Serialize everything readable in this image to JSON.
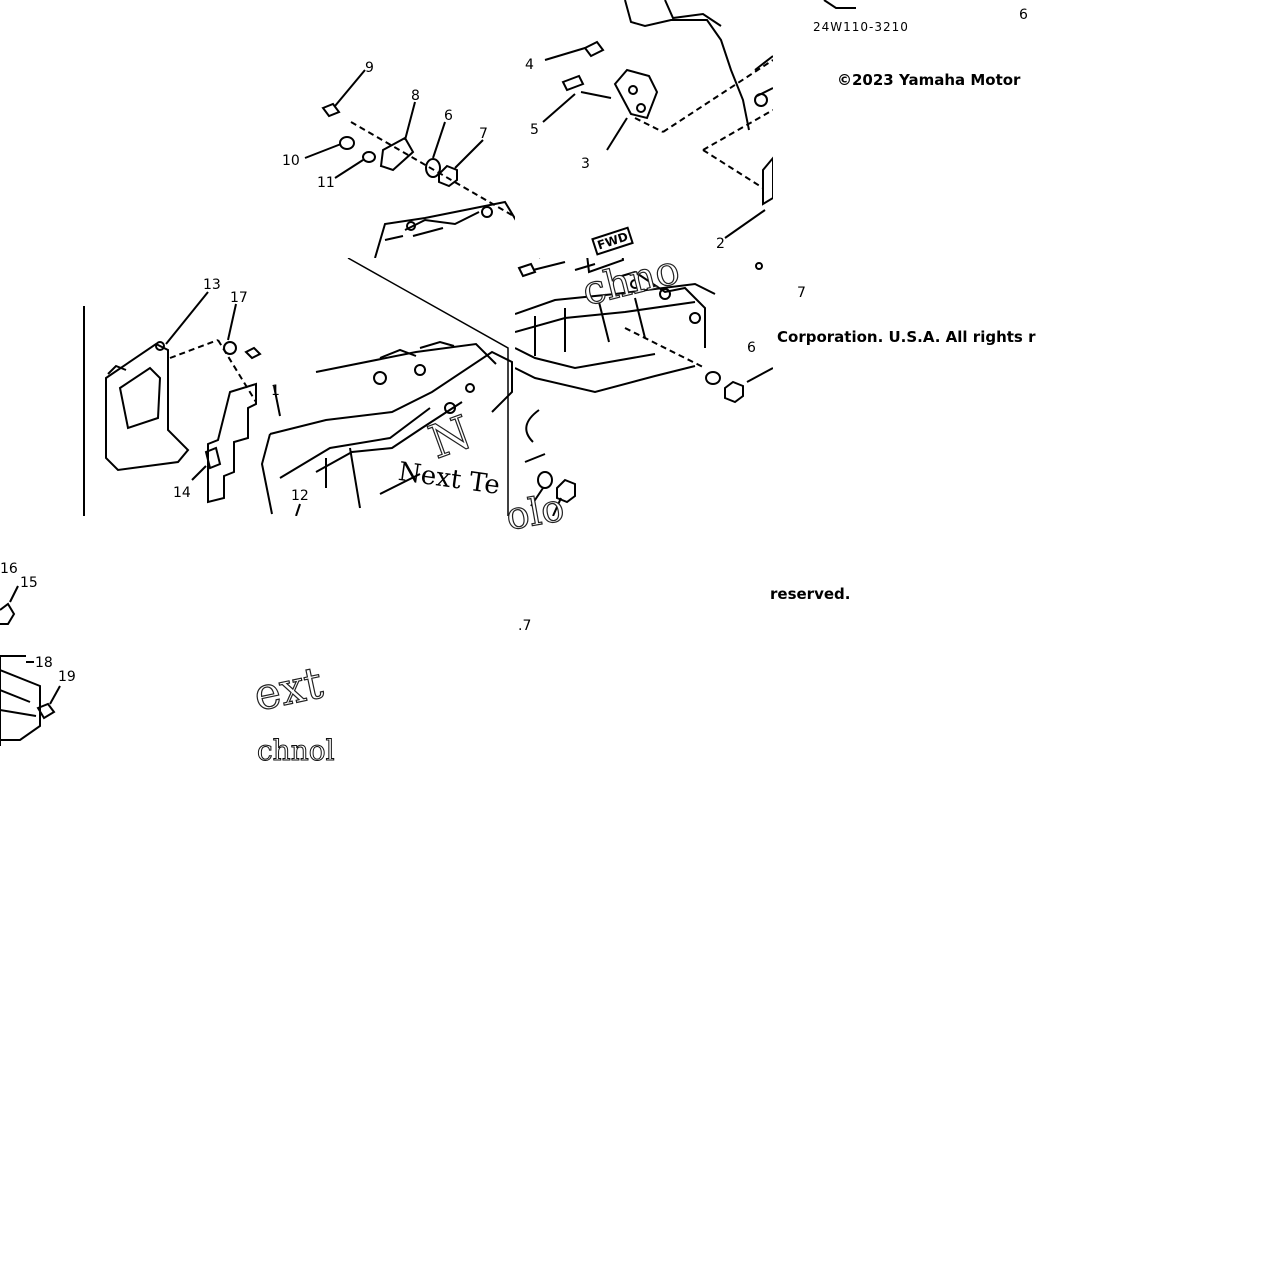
{
  "diagram": {
    "part_code": "24W110-3210",
    "copyright_line1": "©2023 Yamaha Motor",
    "copyright_line2": "Corporation. U.S.A. All rights r",
    "copyright_line3": "reserved.",
    "fwd_label": "FWD",
    "callouts": {
      "c1": "1",
      "c2": "2",
      "c3": "3",
      "c4": "4",
      "c5": "5",
      "c6a": "6",
      "c6b": "6",
      "c6c": "6",
      "c7a": "7",
      "c7b": "7",
      "c7c": ".7",
      "c8": "8",
      "c9": "9",
      "c10": "10",
      "c11": "11",
      "c12": "12",
      "c13": "13",
      "c14": "14",
      "c15": "15",
      "c16": "16",
      "c17": "17",
      "c18": "18",
      "c19": "19"
    },
    "watermarks": {
      "w1": "Next Te",
      "w2": "chno",
      "w3": "ext",
      "w4": "chnol",
      "w5": "olo",
      "w6": "N"
    }
  }
}
